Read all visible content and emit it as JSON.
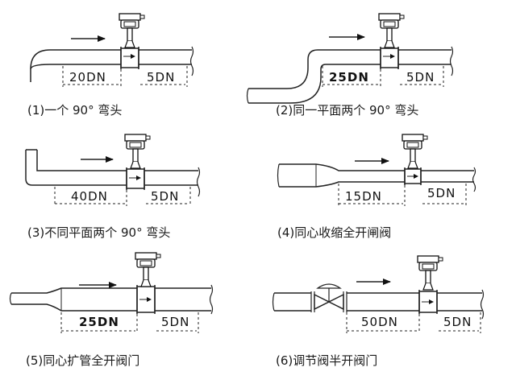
{
  "colors": {
    "stroke": "#222222",
    "fill": "#ffffff",
    "text": "#111111"
  },
  "panels": [
    {
      "caption": "(1)一个 90° 弯头",
      "upstream_label": "20DN",
      "downstream_label": "5DN"
    },
    {
      "caption": "(2)同一平面两个 90° 弯头",
      "upstream_label": "25DN",
      "downstream_label": "5DN"
    },
    {
      "caption": "(3)不同平面两个 90° 弯头",
      "upstream_label": "40DN",
      "downstream_label": "5DN"
    },
    {
      "caption": "(4)同心收缩全开闸阀",
      "upstream_label": "15DN",
      "downstream_label": "5DN"
    },
    {
      "caption": "(5)同心扩管全开阀门",
      "upstream_label": "25DN",
      "downstream_label": "5DN"
    },
    {
      "caption": "(6)调节阀半开阀门",
      "upstream_label": "50DN",
      "downstream_label": "5DN"
    }
  ],
  "icons": [
    "flow-arrow-icon",
    "flowmeter-icon"
  ]
}
